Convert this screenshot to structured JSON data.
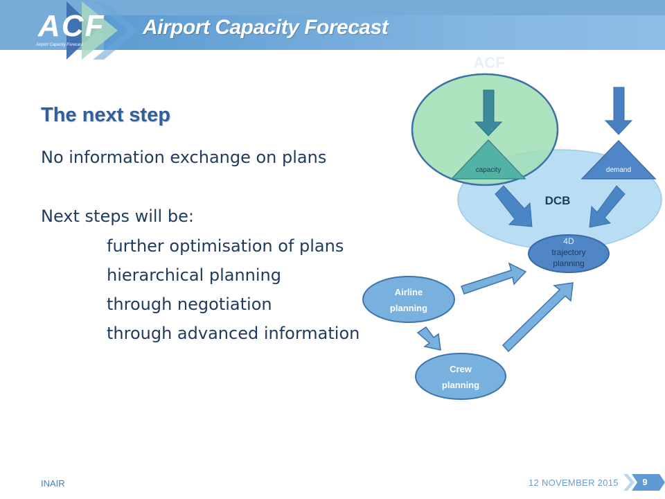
{
  "header": {
    "logo_text": "ACF",
    "logo_subtext": "Airport Capacity Forecast",
    "title": "Airport Capacity Forecast"
  },
  "slide": {
    "heading": "The next step",
    "line1": "No information exchange on plans",
    "line2": "Next steps will be:",
    "subitems": [
      "further optimisation of plans",
      "hierarchical planning",
      "through negotiation",
      "through advanced information"
    ]
  },
  "diagram": {
    "acf_label": "ACF",
    "capacity_label": "capacity",
    "demand_label": "demand",
    "dcb_label": "DCB",
    "trajectory_lines": [
      "4D",
      "trajectory",
      "planning"
    ],
    "airline_lines": [
      "Airline",
      "planning"
    ],
    "crew_lines": [
      "Crew",
      "planning"
    ]
  },
  "footer": {
    "org": "INAIR",
    "date": "12 NOVEMBER 2015",
    "page": "9"
  },
  "colors": {
    "header_band": "#77acd9",
    "heading": "#2f5f9d",
    "body_text": "#1f3a5e",
    "acf_circle": "#9fdfb4",
    "dcb_ellipse": "#b9def3",
    "arrow": "#3f7dbd",
    "node_fill": "#78b0de"
  }
}
